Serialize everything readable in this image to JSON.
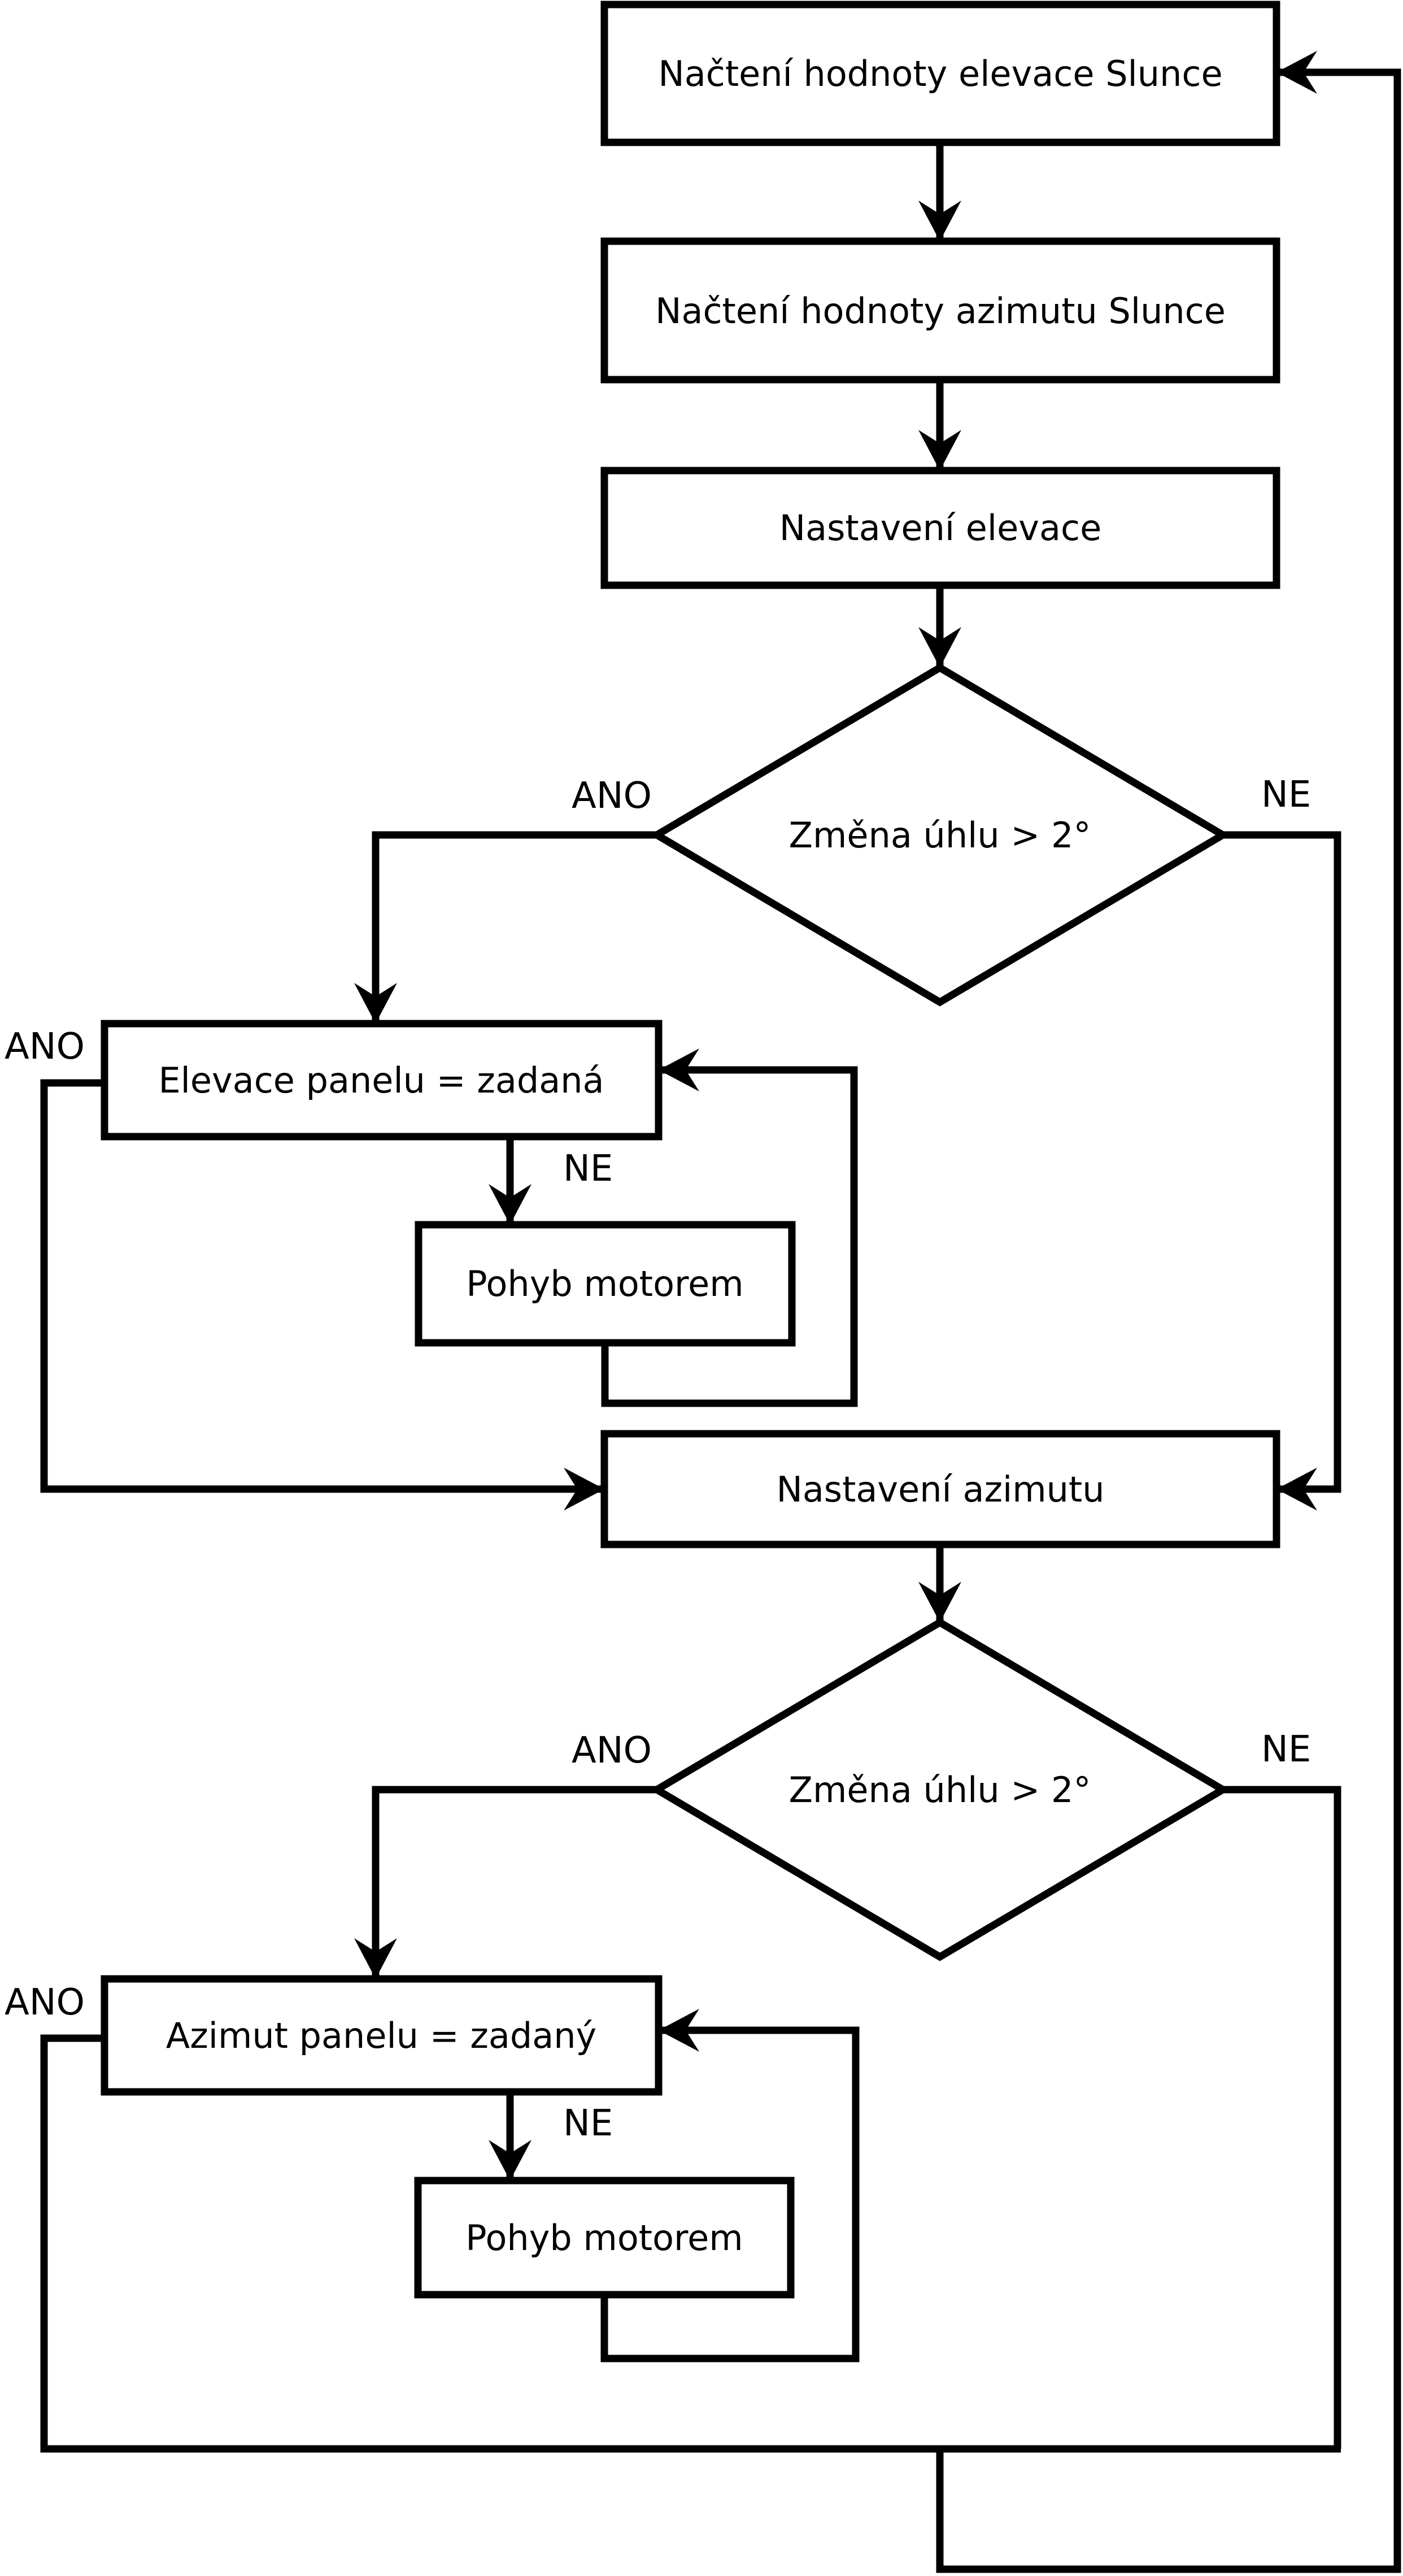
{
  "diagram": {
    "type": "flowchart",
    "background_color": "#ffffff",
    "line_color": "#000000",
    "nodes": {
      "read_elevation": {
        "shape": "process",
        "label": "Načtení hodnoty elevace Slunce"
      },
      "read_azimuth": {
        "shape": "process",
        "label": "Načtení hodnoty azimutu Slunce"
      },
      "set_elevation": {
        "shape": "process",
        "label": "Nastavení elevace"
      },
      "elevation_decision": {
        "shape": "decision",
        "label": "Změna úhlu > 2°"
      },
      "elevation_check": {
        "shape": "process",
        "label": "Elevace panelu = zadaná"
      },
      "elevation_motor": {
        "shape": "process",
        "label": "Pohyb motorem"
      },
      "set_azimuth": {
        "shape": "process",
        "label": "Nastavení azimutu"
      },
      "azimuth_decision": {
        "shape": "decision",
        "label": "Změna úhlu > 2°"
      },
      "azimuth_check": {
        "shape": "process",
        "label": "Azimut panelu = zadaný"
      },
      "azimuth_motor": {
        "shape": "process",
        "label": "Pohyb motorem"
      }
    },
    "edge_labels": {
      "elevation_decision_yes": "ANO",
      "elevation_decision_no": "NE",
      "elevation_check_yes": "ANO",
      "elevation_check_no": "NE",
      "azimuth_decision_yes": "ANO",
      "azimuth_decision_no": "NE",
      "azimuth_check_yes": "ANO",
      "azimuth_check_no": "NE"
    }
  }
}
